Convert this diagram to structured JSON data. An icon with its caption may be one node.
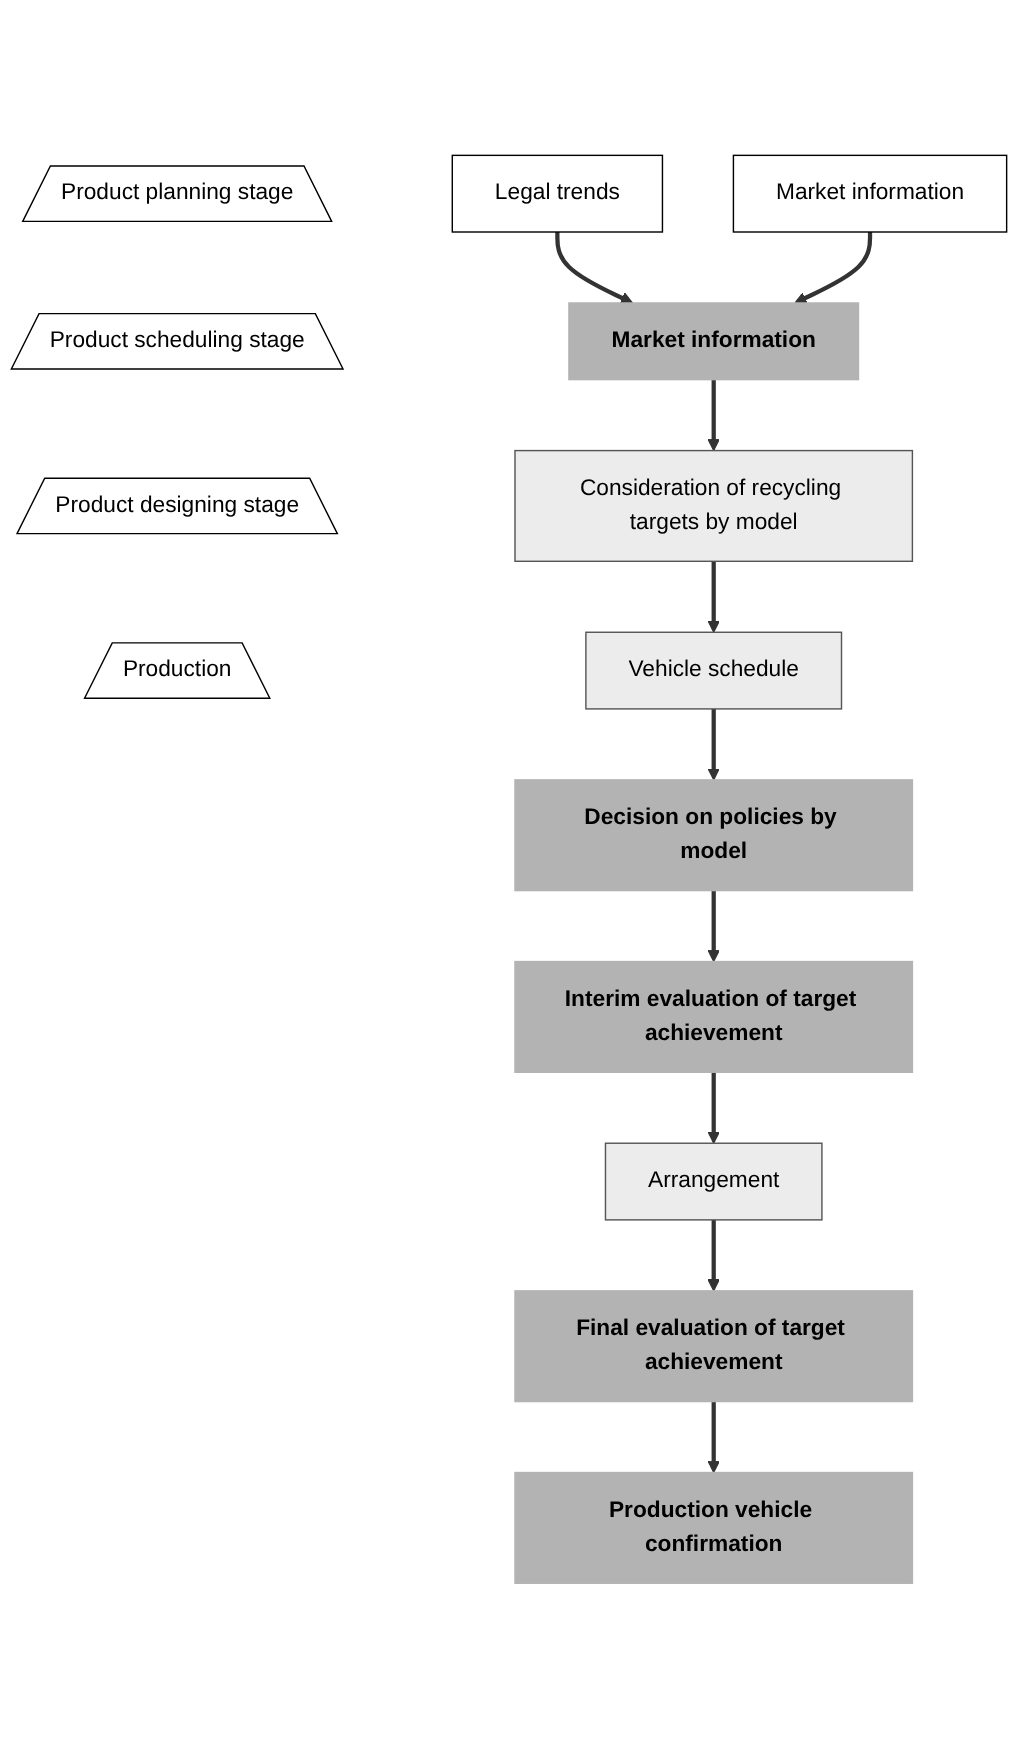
{
  "diagram": {
    "nodes": [
      {
        "text": [
          "Product planning stage"
        ]
      },
      {
        "text": [
          "Product scheduling stage"
        ]
      },
      {
        "text": [
          "Product designing stage"
        ]
      },
      {
        "text": [
          "Production"
        ]
      },
      {
        "text": [
          "Legal trends"
        ]
      },
      {
        "text": [
          "Market information"
        ]
      },
      {
        "text": [
          "Market information"
        ]
      },
      {
        "text": [
          "Consideration of recycling targets by model"
        ]
      },
      {
        "text": [
          "Vehicle schedule"
        ]
      },
      {
        "text": [
          "Decision on policies by model"
        ]
      },
      {
        "text": [
          "Interim evaluation of target achievement"
        ]
      },
      {
        "text": [
          "Arrangement"
        ]
      },
      {
        "text": [
          "Final evaluation of target achievement"
        ]
      },
      {
        "text": [
          "Production vehicle confirmation"
        ]
      }
    ],
    "edges": [
      {
        "from": 4,
        "to": 6,
        "arrow": "to"
      },
      {
        "from": 5,
        "to": 6,
        "arrow": "to"
      },
      {
        "from": 6,
        "to": 7,
        "arrow": "to"
      },
      {
        "from": 7,
        "to": 8,
        "arrow": "to"
      },
      {
        "from": 8,
        "to": 9,
        "arrow": "to"
      },
      {
        "from": 9,
        "to": 10,
        "arrow": "to"
      },
      {
        "from": 10,
        "to": 11,
        "arrow": "to"
      },
      {
        "from": 11,
        "to": 12,
        "arrow": "to"
      },
      {
        "from": 12,
        "to": 13,
        "arrow": "to"
      }
    ]
  }
}
